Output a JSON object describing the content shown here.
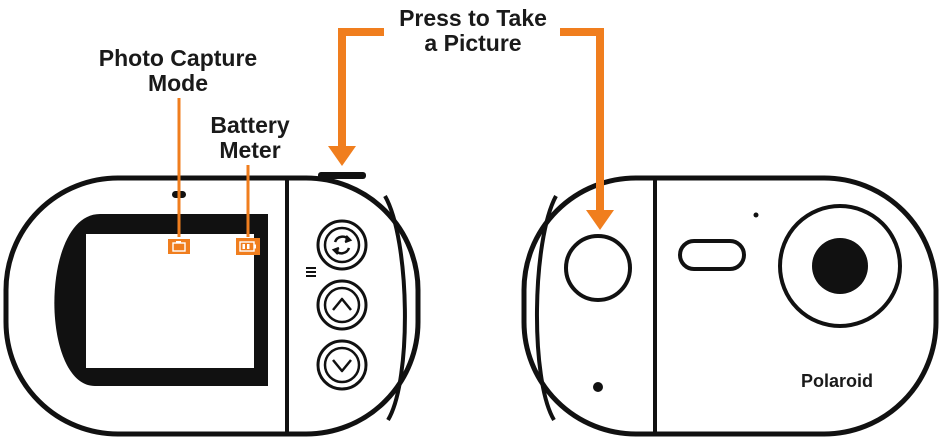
{
  "callouts": {
    "photo_capture_mode": {
      "line1": "Photo Capture",
      "line2": "Mode"
    },
    "battery_meter": {
      "line1": "Battery",
      "line2": "Meter"
    },
    "press_to_take": {
      "line1": "Press to Take",
      "line2": "a Picture"
    }
  },
  "brand": "Polaroid",
  "colors": {
    "accent": "#F07E1E",
    "ink": "#111111",
    "paper": "#FFFFFF"
  },
  "icons": {
    "back_buttons": [
      "rotate-icon",
      "chevron-up-icon",
      "chevron-down-icon"
    ],
    "menu": "menu-icon",
    "screen_indicators": [
      "camera-mode-icon",
      "battery-icon"
    ]
  }
}
